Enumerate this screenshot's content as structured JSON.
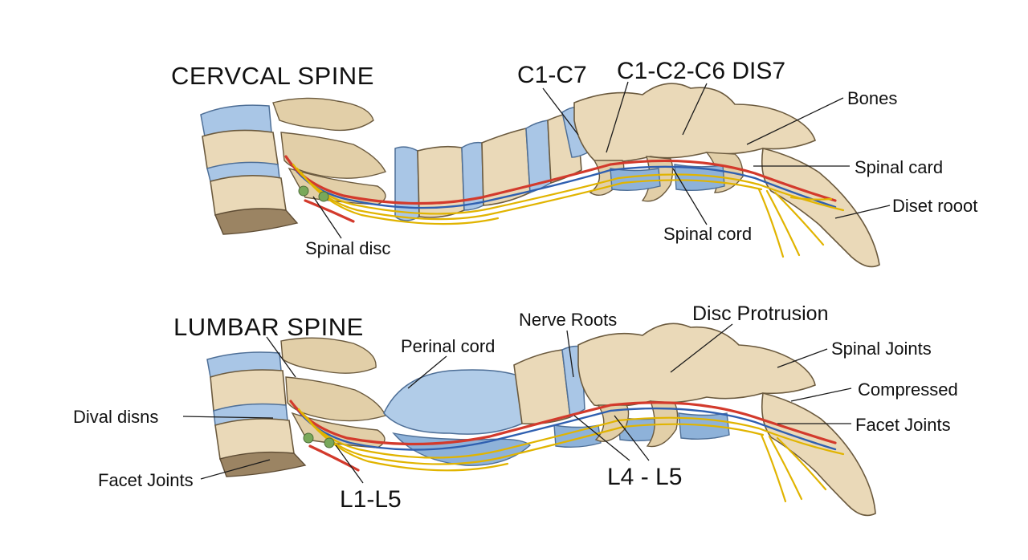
{
  "top_panel": {
    "title": "CERVCAL SPINE",
    "labels": {
      "c1_c7": "C1-C7",
      "c1_c2_c6": "C1-C2-C6 DIS7",
      "bones": "Bones",
      "spinal_card": "Spinal card",
      "diset_root": "Diset rooot",
      "spinal_cord": "Spinal cord",
      "spinal_disc": "Spinal disc"
    }
  },
  "bottom_panel": {
    "title": "LUMBAR SPINE",
    "labels": {
      "nerve_roots": "Nerve Roots",
      "disc_protrusion": "Disc Protrusion",
      "perinal_cord": "Perinal cord",
      "spinal_joints": "Spinal Joints",
      "compressed": "Compressed",
      "facet_joints_right": "Facet Joints",
      "dival_disns": "Dival disns",
      "facet_joints_left": "Facet Joints",
      "l1_l5": "L1-L5",
      "l4_l5": "L4 - L5"
    }
  },
  "colors": {
    "bone": "#ead9b8",
    "disc": "#a9c6e6",
    "nerve": "#e1b400",
    "artery": "#d33a2c",
    "vein": "#2f5fb0"
  }
}
